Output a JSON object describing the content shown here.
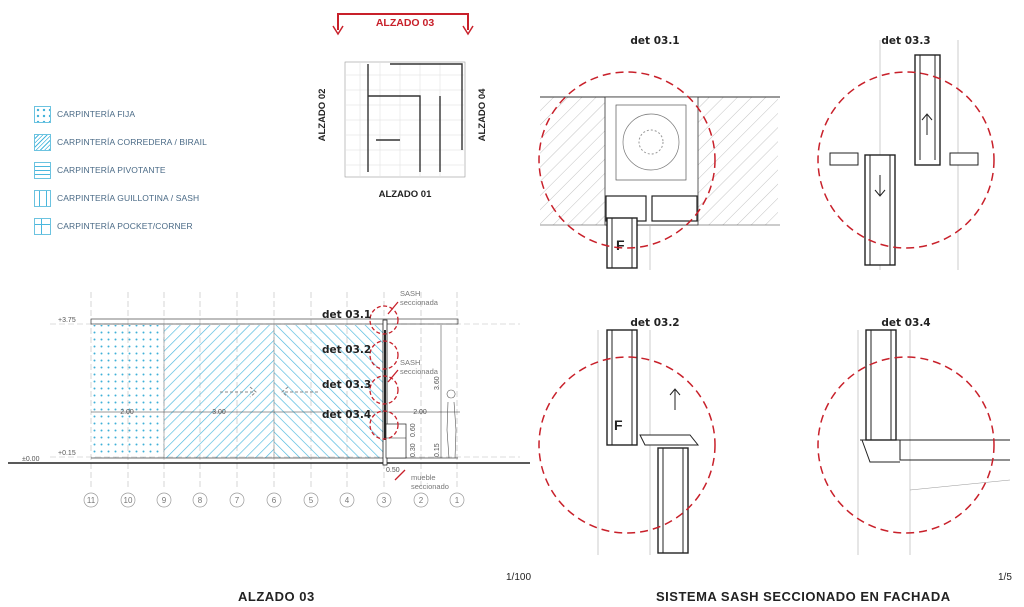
{
  "key_plan": {
    "top_label": "ALZADO 03",
    "bottom_label": "ALZADO 01",
    "left_label": "ALZADO 02",
    "right_label": "ALZADO 04",
    "accent_color": "#c8202a"
  },
  "legend": [
    {
      "label": "CARPINTERÍA FIJA",
      "pattern": "fija"
    },
    {
      "label": "CARPINTERÍA CORREDERA / BIRAIL",
      "pattern": "corredera"
    },
    {
      "label": "CARPINTERÍA PIVOTANTE",
      "pattern": "pivotante"
    },
    {
      "label": "CARPINTERÍA GUILLOTINA / SASH",
      "pattern": "sash"
    },
    {
      "label": "CARPINTERÍA POCKET/CORNER",
      "pattern": "pocket"
    }
  ],
  "elevation": {
    "title": "ALZADO 03",
    "scale": "1/100",
    "levels": {
      "top": "+3.75",
      "bottom": "+0.15",
      "ground": "±0.00"
    },
    "dims": {
      "d1": "2.00",
      "d2": "3.00",
      "d3": "2.00",
      "height": "3.60",
      "furn_w": "0.50",
      "furn_h1": "0.60",
      "furn_h2": "0.30",
      "base": "0.15"
    },
    "details": [
      "det 03.1",
      "det 03.2",
      "det 03.3",
      "det 03.4"
    ],
    "notes": {
      "sash1_a": "SASH",
      "sash1_b": "seccionada",
      "sash2_a": "SASH",
      "sash2_b": "seccionada",
      "mueble_a": "mueble",
      "mueble_b": "seccionado"
    },
    "axes": [
      "11",
      "10",
      "9",
      "8",
      "7",
      "6",
      "5",
      "4",
      "3",
      "2",
      "1"
    ]
  },
  "details_panel": {
    "title": "SISTEMA SASH SECCIONADO EN FACHADA",
    "scale": "1/5",
    "det_031": "det 03.1",
    "det_032": "det 03.2",
    "det_033": "det 03.3",
    "det_034": "det 03.4",
    "fixed_mark": "F"
  }
}
